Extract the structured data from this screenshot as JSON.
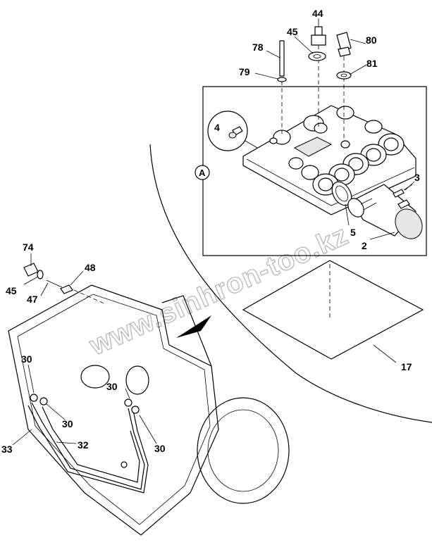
{
  "diagram": {
    "watermark": "www.sinhron-too.kz",
    "detail_marker": "A",
    "callouts": [
      {
        "id": "44",
        "text": "44"
      },
      {
        "id": "45a",
        "text": "45"
      },
      {
        "id": "80",
        "text": "80"
      },
      {
        "id": "78",
        "text": "78"
      },
      {
        "id": "81",
        "text": "81"
      },
      {
        "id": "79",
        "text": "79"
      },
      {
        "id": "4",
        "text": "4"
      },
      {
        "id": "3",
        "text": "3"
      },
      {
        "id": "5",
        "text": "5"
      },
      {
        "id": "2",
        "text": "2"
      },
      {
        "id": "17",
        "text": "17"
      },
      {
        "id": "74",
        "text": "74"
      },
      {
        "id": "48",
        "text": "48"
      },
      {
        "id": "45b",
        "text": "45"
      },
      {
        "id": "47",
        "text": "47"
      },
      {
        "id": "30a",
        "text": "30"
      },
      {
        "id": "30b",
        "text": "30"
      },
      {
        "id": "30c",
        "text": "30"
      },
      {
        "id": "30d",
        "text": "30"
      },
      {
        "id": "33",
        "text": "33"
      },
      {
        "id": "32",
        "text": "32"
      }
    ]
  }
}
